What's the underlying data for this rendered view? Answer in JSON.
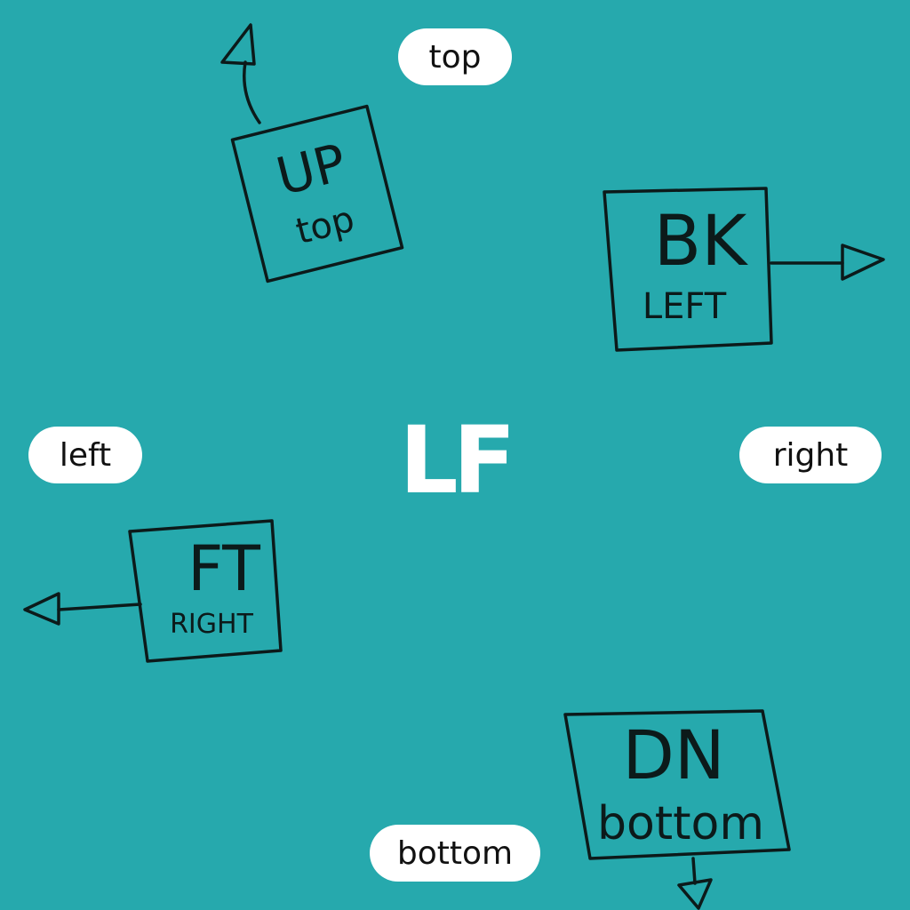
{
  "face_label": "LF",
  "edges": {
    "top": "top",
    "left": "left",
    "right": "right",
    "bottom": "bottom"
  },
  "sketches": {
    "up": {
      "code": "UP",
      "side": "top"
    },
    "back": {
      "code": "BK",
      "side": "LEFT"
    },
    "front": {
      "code": "FT",
      "side": "RIGHT"
    },
    "down": {
      "code": "DN",
      "side": "bottom"
    }
  },
  "colors": {
    "background": "#26a9ad",
    "ink": "#0c1a1a",
    "pill": "#ffffff"
  }
}
